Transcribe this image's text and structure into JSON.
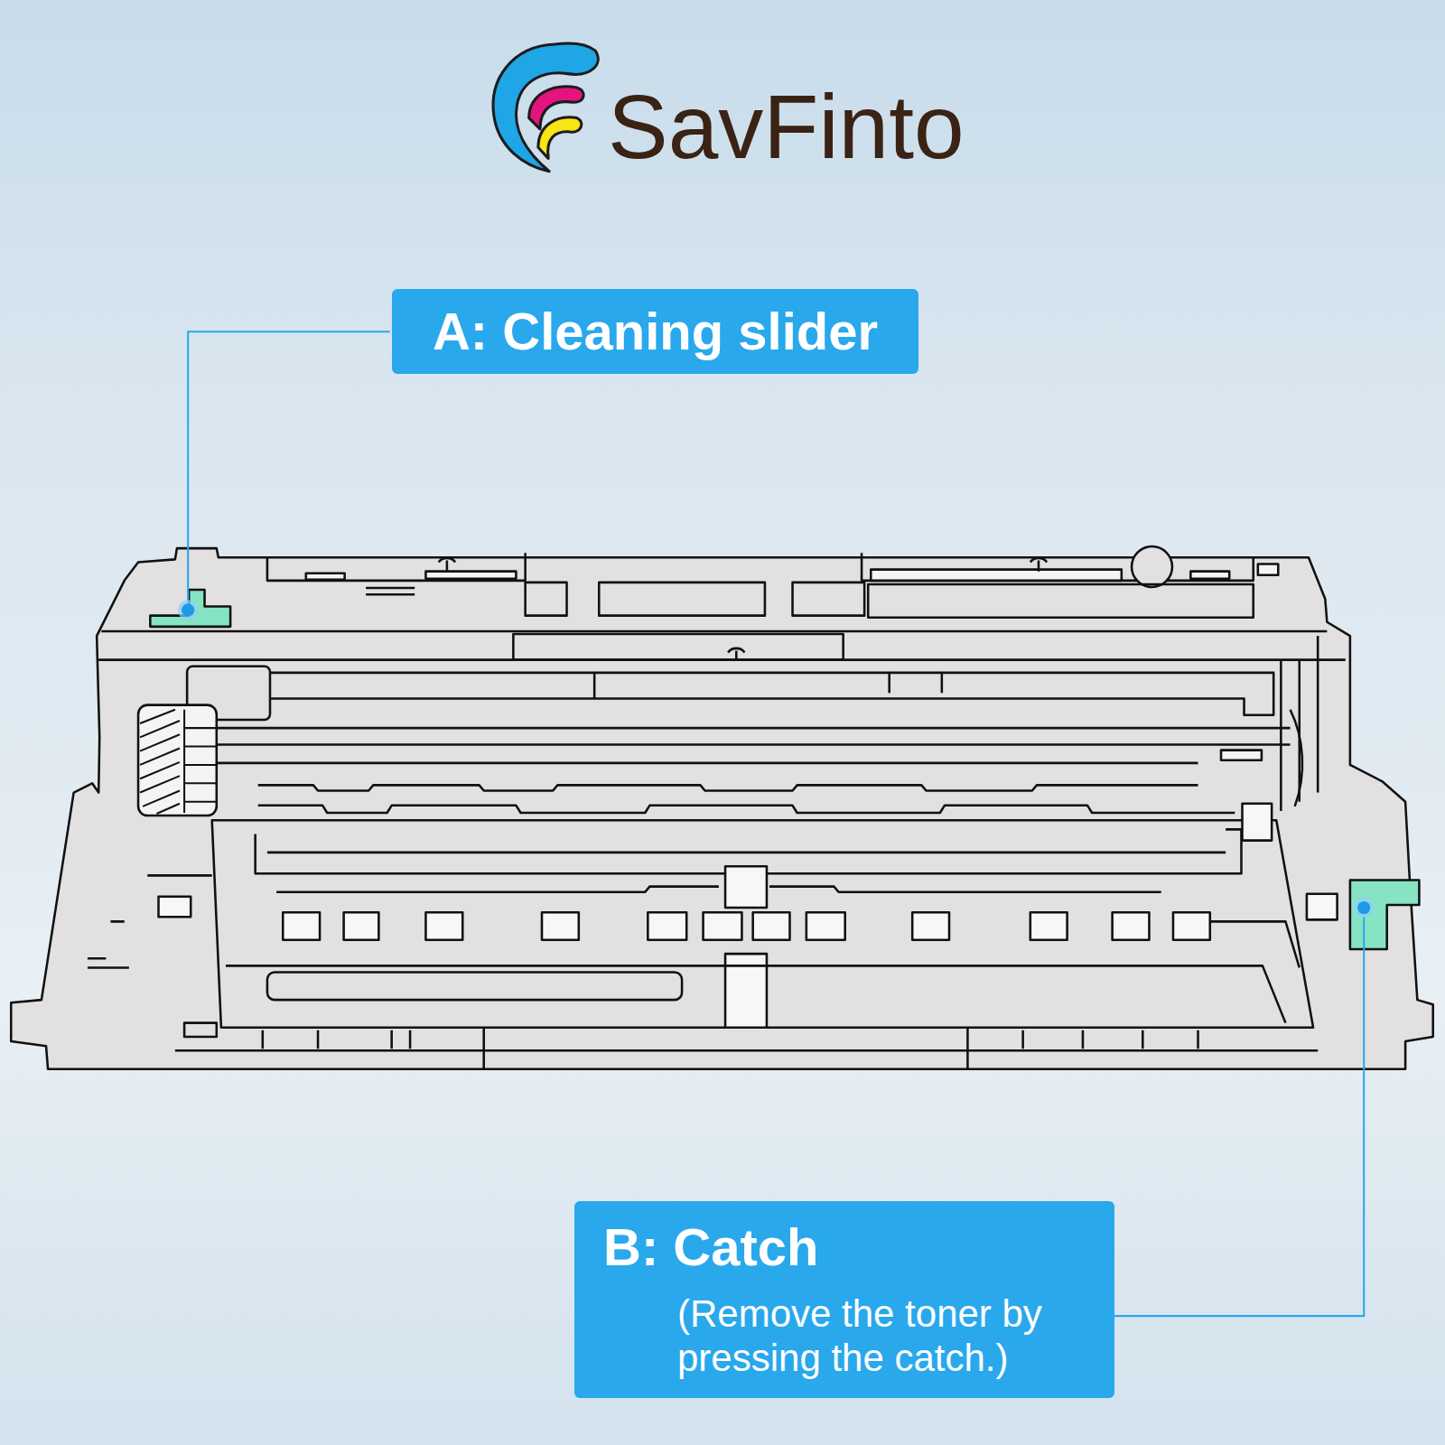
{
  "diagram": {
    "nodes": [
      {
        "text": [
          "A: Cleaning slider"
        ]
      },
      {
        "text": [
          "B: Catch",
          "(Remove the toner by pressing the catch.)"
        ]
      }
    ],
    "labels": [
      "SavFinto"
    ]
  }
}
